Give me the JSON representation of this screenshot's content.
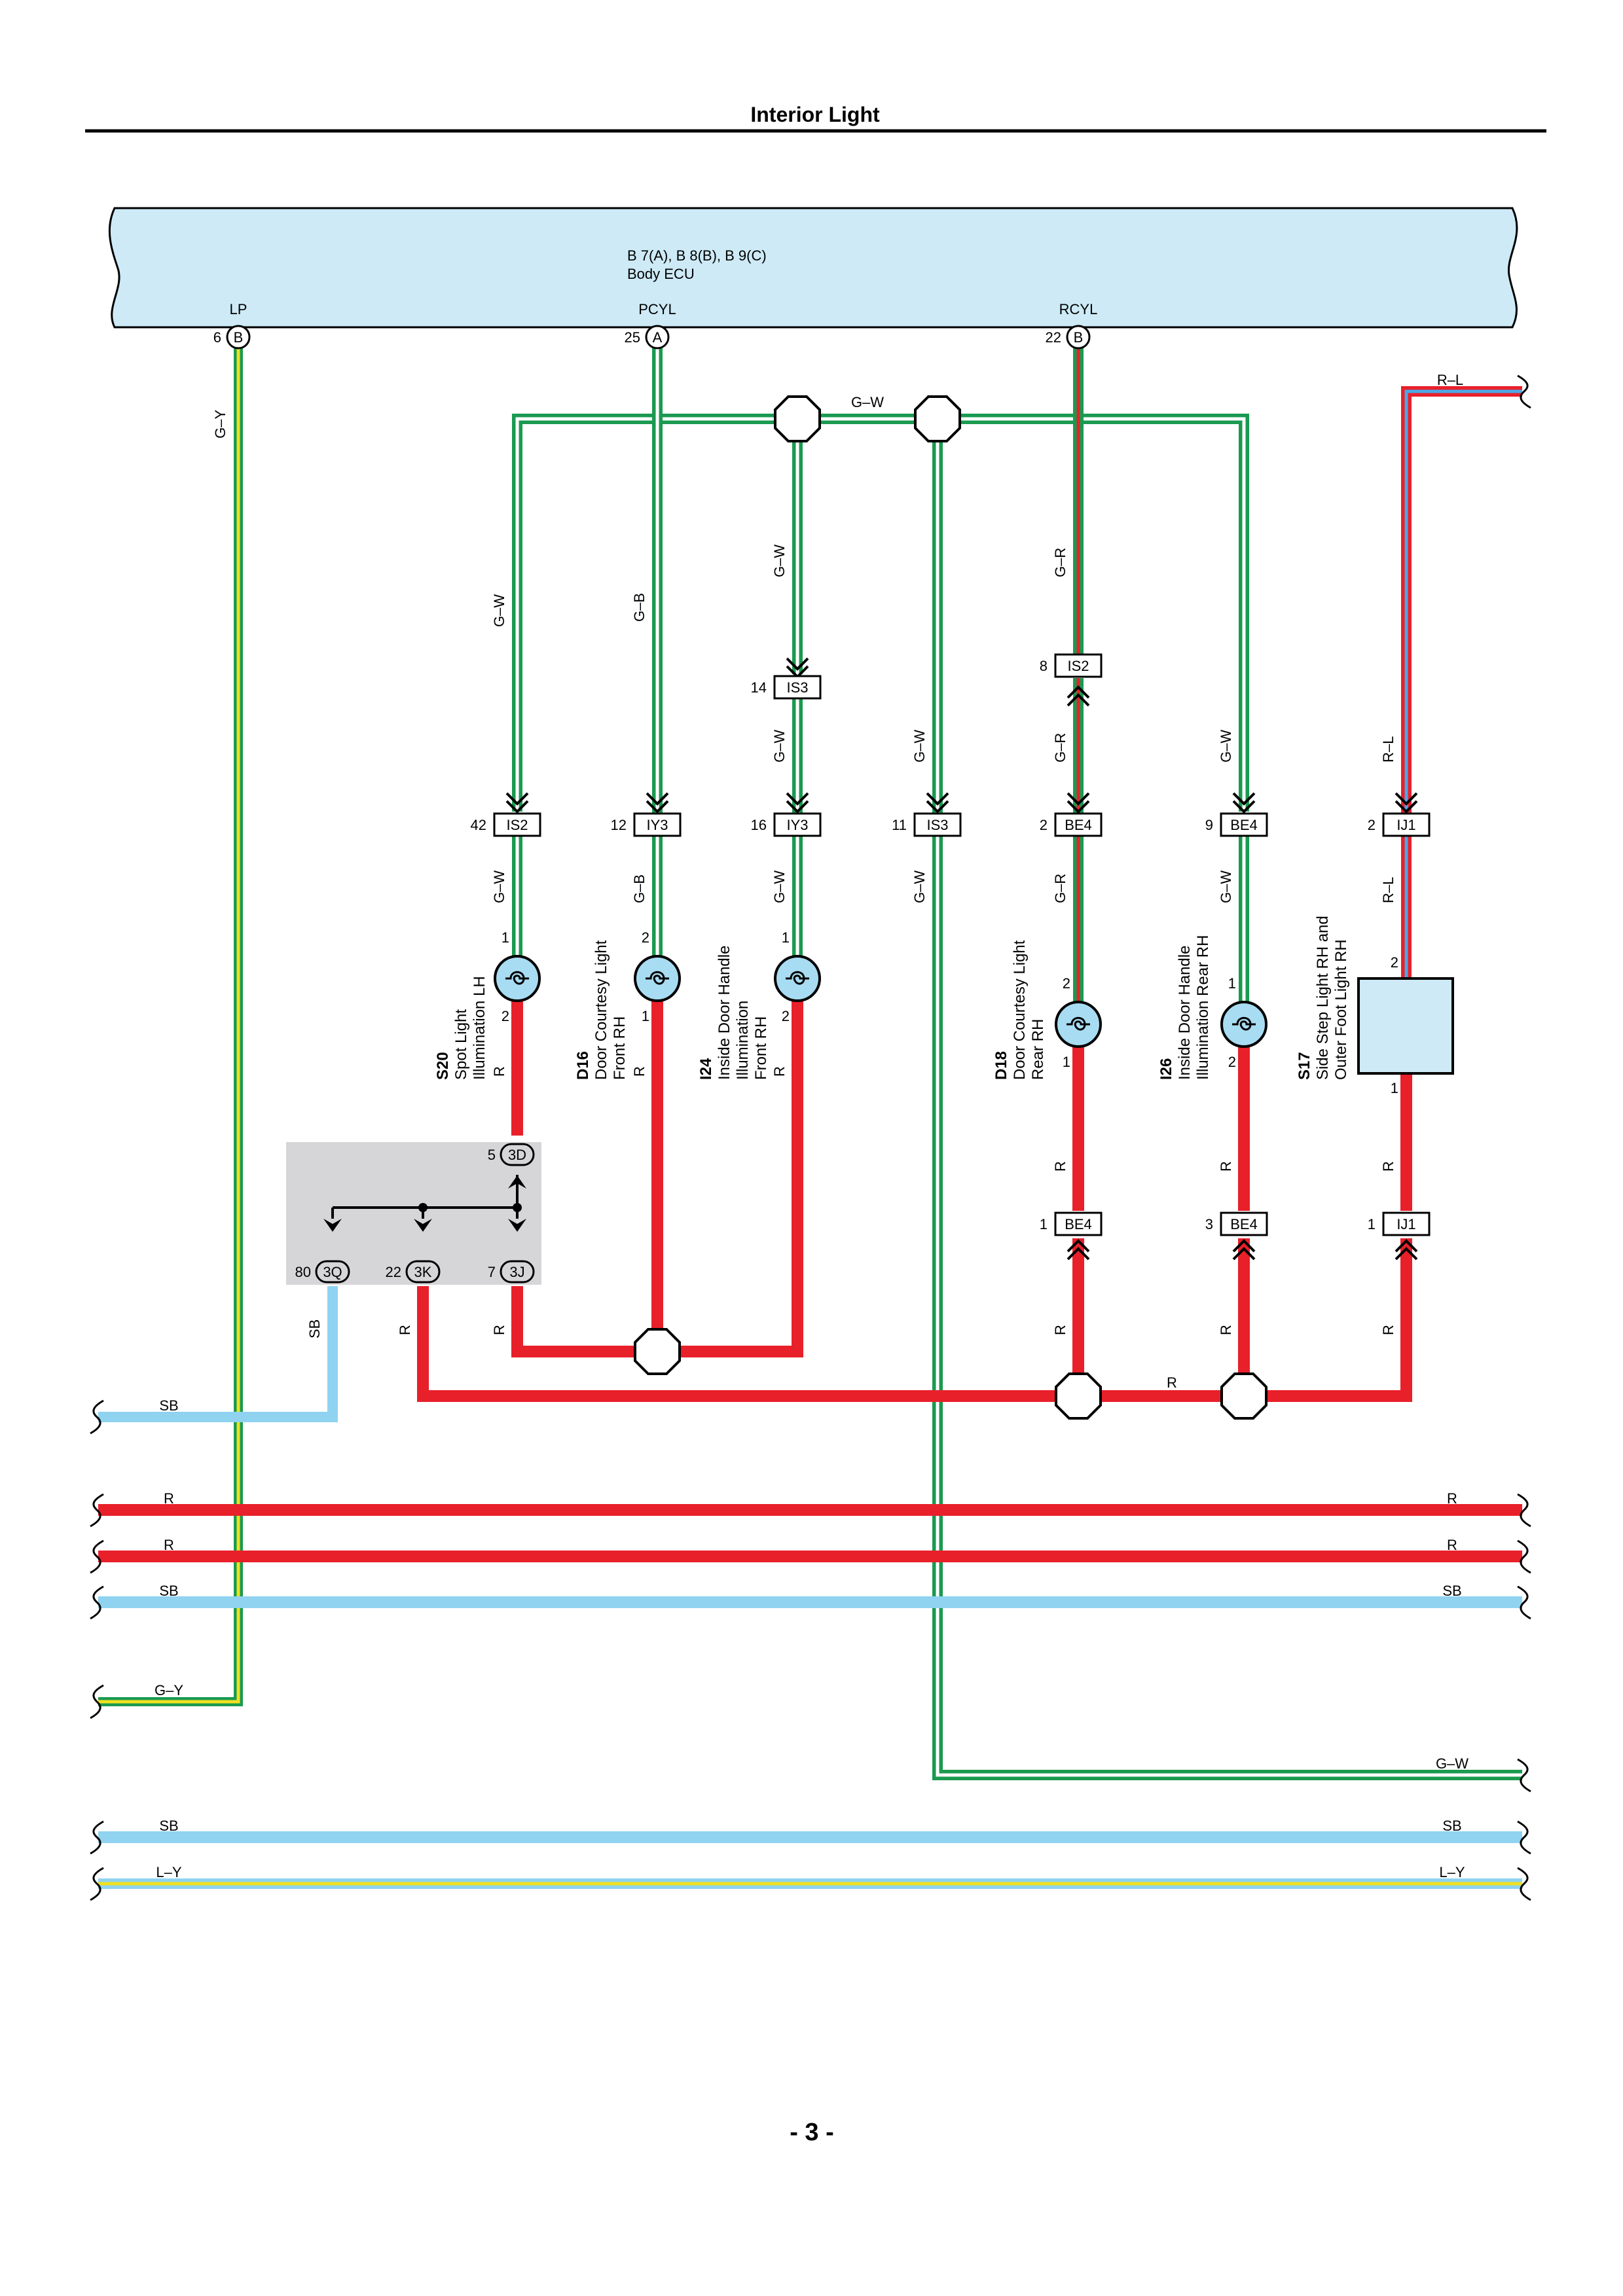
{
  "header": {
    "title": "Interior Light"
  },
  "page": {
    "number": "- 3 -"
  },
  "ecu": {
    "line1": "B 7(A), B 8(B), B 9(C)",
    "line2": "Body ECU",
    "terminals": [
      {
        "name": "LP",
        "pin": "6",
        "conn": "B"
      },
      {
        "name": "PCYL",
        "pin": "25",
        "conn": "A"
      },
      {
        "name": "RCYL",
        "pin": "22",
        "conn": "B"
      }
    ]
  },
  "wires": {
    "gy": "G–Y",
    "gw": "G–W",
    "gb": "G–B",
    "gr": "G–R",
    "rl": "R–L",
    "r": "R",
    "sb": "SB",
    "ly": "L–Y"
  },
  "connectors": {
    "is2_top": {
      "pin": "8",
      "name": "IS2"
    },
    "is3_top": {
      "pin": "14",
      "name": "IS3"
    },
    "c1": {
      "pin": "42",
      "name": "IS2"
    },
    "c2": {
      "pin": "12",
      "name": "IY3"
    },
    "c3": {
      "pin": "16",
      "name": "IY3"
    },
    "c4": {
      "pin": "11",
      "name": "IS3"
    },
    "c5": {
      "pin": "2",
      "name": "BE4"
    },
    "c6": {
      "pin": "9",
      "name": "BE4"
    },
    "c7": {
      "pin": "2",
      "name": "IJ1"
    },
    "b5": {
      "pin": "1",
      "name": "BE4"
    },
    "b6": {
      "pin": "3",
      "name": "BE4"
    },
    "b7": {
      "pin": "1",
      "name": "IJ1"
    }
  },
  "junction": {
    "top": {
      "pin": "5",
      "name": "3D"
    },
    "o1": {
      "pin": "80",
      "name": "3Q"
    },
    "o2": {
      "pin": "22",
      "name": "3K"
    },
    "o3": {
      "pin": "7",
      "name": "3J"
    }
  },
  "lights": [
    {
      "ref": "S20",
      "line1": "Spot Light",
      "line2": "Illumination LH",
      "line3": "",
      "pin_top": "1",
      "pin_bot": "2"
    },
    {
      "ref": "D16",
      "line1": "Door Courtesy Light",
      "line2": "Front RH",
      "line3": "",
      "pin_top": "2",
      "pin_bot": "1"
    },
    {
      "ref": "I24",
      "line1": "Inside Door Handle",
      "line2": "Illumination",
      "line3": "Front RH",
      "pin_top": "1",
      "pin_bot": "2"
    },
    {
      "ref": "D18",
      "line1": "Door Courtesy Light",
      "line2": "Rear RH",
      "line3": "",
      "pin_top": "2",
      "pin_bot": "1"
    },
    {
      "ref": "I26",
      "line1": "Inside Door Handle",
      "line2": "Illumination Rear RH",
      "line3": "",
      "pin_top": "1",
      "pin_bot": "2"
    },
    {
      "ref": "S17",
      "line1": "Side Step Light RH and",
      "line2": "Outer Foot Light RH",
      "line3": "",
      "pin_top": "2",
      "pin_bot": "1"
    }
  ],
  "colors": {
    "green": "#1a9a50",
    "red": "#e8202a",
    "sky": "#8fd3f0",
    "yellow": "#f0e020",
    "ecu_fill": "#cdeaf6",
    "junction_fill": "#d6d6d8"
  }
}
